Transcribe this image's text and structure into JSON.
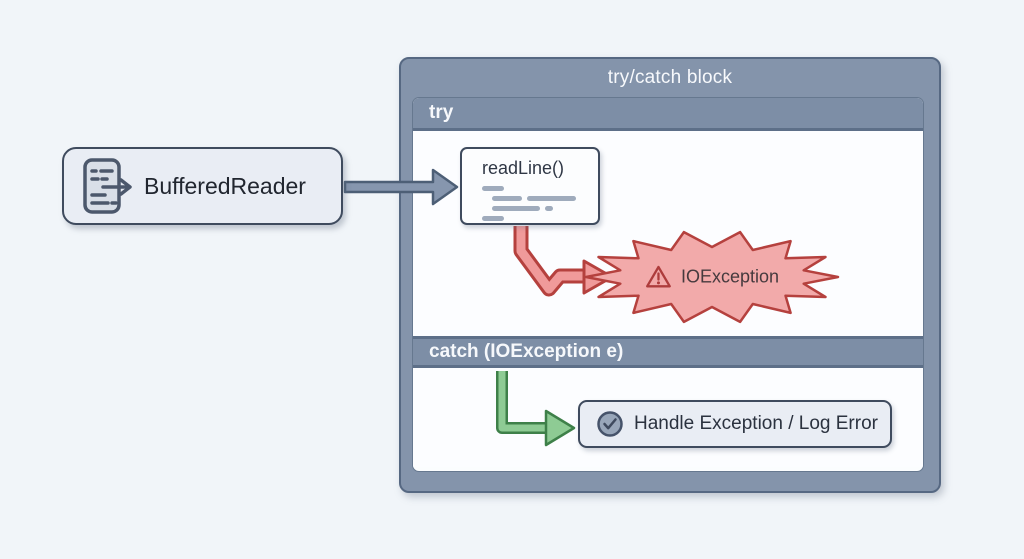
{
  "diagram": {
    "source_node": {
      "label": "BufferedReader",
      "icon": "document-reader-icon"
    },
    "main_arrow": "flow-arrow-right",
    "container": {
      "title": "try/catch block",
      "try_section": {
        "label": "try",
        "node": {
          "label": "readLine()"
        },
        "error_arrow": "zigzag-error-arrow",
        "exception": {
          "label": "IOException",
          "icon": "warning-triangle-icon"
        }
      },
      "catch_section": {
        "label": "catch (IOException e)",
        "flow_arrow": "elbow-success-arrow",
        "handler": {
          "label": "Handle Exception / Log Error",
          "icon": "check-circle-icon"
        }
      }
    },
    "colors": {
      "background": "#f1f5f9",
      "frame_fill": "#8494ab",
      "frame_border": "#566882",
      "header_fill": "#7d8ea6",
      "arrow_fill": "#8696ae",
      "arrow_border": "#4d5f76",
      "error_fill": "#f2aaaa",
      "error_arrow_fill": "#f09a9a",
      "error_border": "#b5413e",
      "success_fill": "#8ecb94",
      "success_border": "#3e8049"
    }
  }
}
